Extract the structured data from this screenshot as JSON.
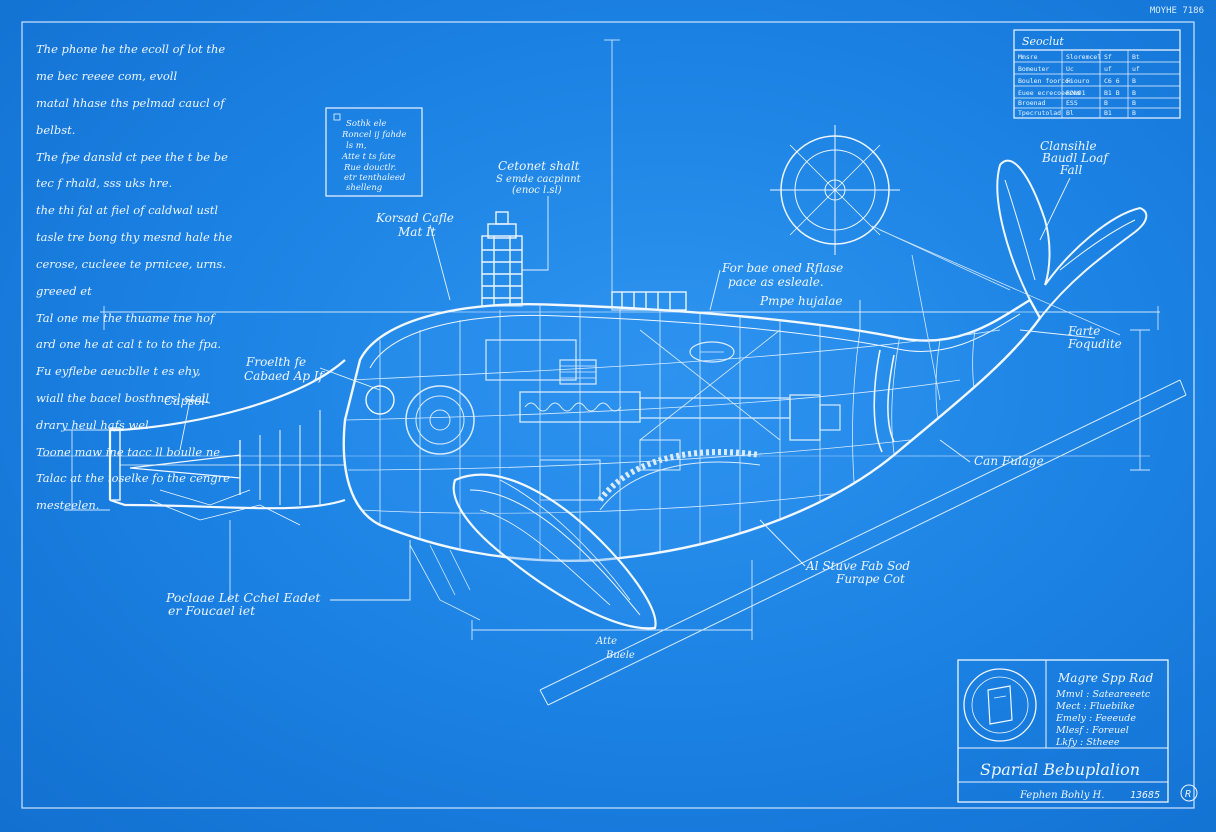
{
  "page": {
    "corner_id": "MOYHE 7186"
  },
  "notes": {
    "lines": [
      "The phone he the ecoll of lot the",
      "me bec reeee  com,     evoll",
      "matal hhase ths pelmad caucl of",
      "belbst.",
      "The fpe dansld ct pee the t be be",
      "tec f rhald,  sss   uks hre.",
      "the thi fal at fiel of caldwal ustl",
      "tasle tre bong thy mesnd hale the",
      "cerose, cucleee te prnicee, urns.",
      "greeed et",
      "Tal one me the thuame tne hof",
      "ard one he at cal  t to to the fpa.",
      "Fu eyflebe aeucblle   t es ehy,",
      "wiall  the bacel bosthnesl stell",
      "drary heul hafs wel",
      "Toone maw   ine tacc ll boulle ne",
      "Talac at the ioselke fo the cengre",
      "mesteelen."
    ]
  },
  "note_box": {
    "lines": [
      "Sothk ele",
      "Roncel ij fahde",
      "ls m,",
      "Atte t ts fate",
      "Rue douctlr.",
      "etr tenthaleed",
      "shelleng"
    ]
  },
  "title_block": {
    "header": "Seoclut",
    "rows": [
      [
        "Mmsre",
        "Sloremcel",
        "Sf",
        "Bt"
      ],
      [
        "Bomeuter",
        "Uc",
        "uf",
        "uf"
      ],
      [
        "Boulen foorcon",
        "Fiouro",
        "C6 6",
        "B"
      ],
      [
        "Euee ecrecoeeres",
        "B2N01",
        "B1 B",
        "B"
      ],
      [
        "Broenad",
        "ESS",
        "B",
        "B"
      ],
      [
        "Tpecrutolad",
        "Bl",
        "B1",
        "B"
      ]
    ]
  },
  "labels": {
    "exhaust": [
      "Cetonet shalt",
      "S emde cacpinnt",
      "(enoc l.sl)"
    ],
    "tower": [
      "Korsad Cafle",
      "Mat It"
    ],
    "fin": [
      "Clansihle",
      "Baudl Loaf",
      "Fall"
    ],
    "reflex": [
      "For bae oned Rflase",
      "pace as esleale."
    ],
    "port": "Pmpe hujalae",
    "frame": [
      "Farte",
      "Foqudite"
    ],
    "forehead": [
      "Froelth fe",
      "Cabaed Ap If"
    ],
    "capsule": "Capsol",
    "fuselage": "Can Fulage",
    "belly": [
      "Al Stuve Fab Sod",
      "Furape Cot"
    ],
    "pectoral": [
      "Poclaae Let Cchel Eadet",
      "er Foucael iet"
    ],
    "dim_bottom": [
      "Atte",
      "Buele"
    ]
  },
  "stamp": {
    "title": "Magre Spp Rad",
    "items": [
      "Mmvl  :  Sateareeetc",
      "Mect  :  Fluebilke",
      "Emely  :  Feeeude",
      "Mlesf  :  Foreuel",
      "Lkfy  :  Stheee"
    ],
    "name": "Sparial Bebuplalion",
    "sub": "Fephen Bohly H.",
    "number": "13685",
    "mark": "R"
  },
  "colors": {
    "background": "#1a7ee0",
    "ink": "#eef6ff",
    "ink_faint": "#9fcaf4"
  }
}
